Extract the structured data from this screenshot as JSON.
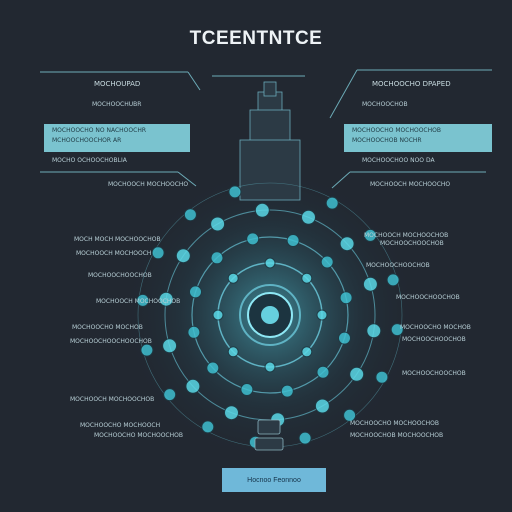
{
  "title": "TCEENTNTCE",
  "left": {
    "heading": "MOCHOUPAD",
    "subheading": "MOCHOOCHUBR",
    "panel_lines": [
      "MOCHOOCHO NO  NACHOOCHR",
      "MCHOOCHOOCHOR  AR"
    ],
    "caption": "MOCHO OCHOOCHOBLIA",
    "note": "MOCHOOCH MOCHOOCHO",
    "callouts": [
      "MOCH MOCH MOCHOOCHOB",
      "MOCHOOCH MOCHOOCH",
      "MOCHOOCHOOCHOB",
      "MOCHOOCH MOCHOOCHOB",
      "MOCHOOCHO MOCHOB",
      "MOCHOOCHOOCHOOCHOB",
      "MOCHOOCH MOCHOOCHOB",
      "MOCHOOCHO MOCHOOCH",
      "MOCHOOCHO MOCHOOCHOB"
    ]
  },
  "right": {
    "heading": "MOCHOOCHO DPAPED",
    "subheading": "MOCHOOCHOB",
    "panel_lines": [
      "MOCHOOCHO MOCHOOCHOB",
      "MOCHOOCHOB  NOCHR"
    ],
    "caption": "MOCHOOCHOO NOO DA",
    "note": "MOCHOOCH MOCHOOCHO",
    "callouts": [
      "MOCHOOCH MOCHOOCHOB",
      "MOCHOOCHOOCHOB",
      "MOCHOOCHOOCHOB",
      "MOCHOOCHOOCHOB",
      "MOCHOOCHO MOCHOB",
      "MOCHOOCHOOCHOB",
      "MOCHOOCHOOCHOB",
      "MOCHOOCHO MOCHOOCHOB",
      "MOCHOOCHOB MOCHOOCHOB"
    ]
  },
  "button": {
    "label": "Hocnoo Feonnoo"
  },
  "colors": {
    "background": "#222831",
    "accent": "#7ac3cf",
    "glow": "#56d6e8"
  }
}
